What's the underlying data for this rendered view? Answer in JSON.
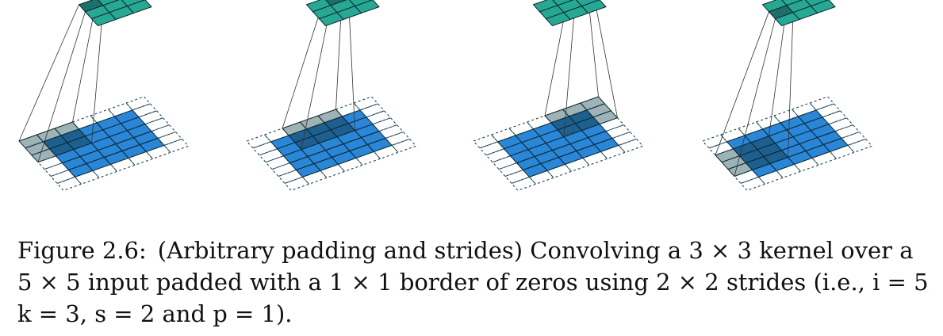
{
  "colors": {
    "input_cell": "#2a86d6",
    "input_cell_under_kernel": "#1d5f8e",
    "kernel_overlay": "#9eb3b6",
    "output_cell": "#27a893",
    "output_cell_active": "#1e6f6a",
    "grid_line": "#0b2532",
    "padding_dash": "#123d4c",
    "connector_line": "#333333"
  },
  "diagram": {
    "input_size": 5,
    "padding": 1,
    "kernel_size": 3,
    "stride": 2,
    "output_size": 3,
    "panels": [
      {
        "kernel_position": [
          0,
          0
        ],
        "output_cell": [
          0,
          0
        ]
      },
      {
        "kernel_position": [
          0,
          1
        ],
        "output_cell": [
          0,
          1
        ]
      },
      {
        "kernel_position": [
          0,
          2
        ],
        "output_cell": [
          0,
          2
        ]
      },
      {
        "kernel_position": [
          1,
          0
        ],
        "output_cell": [
          1,
          0
        ]
      }
    ]
  },
  "caption": {
    "label": "Figure 2.6:",
    "line1": "(Arbitrary padding and strides) Convolving a 3 × 3 kernel over a",
    "line2": "5 × 5 input padded with a 1 × 1 border of zeros using 2 × 2 strides (i.e., i = 5,",
    "line3": "k = 3, s = 2 and p = 1)."
  }
}
